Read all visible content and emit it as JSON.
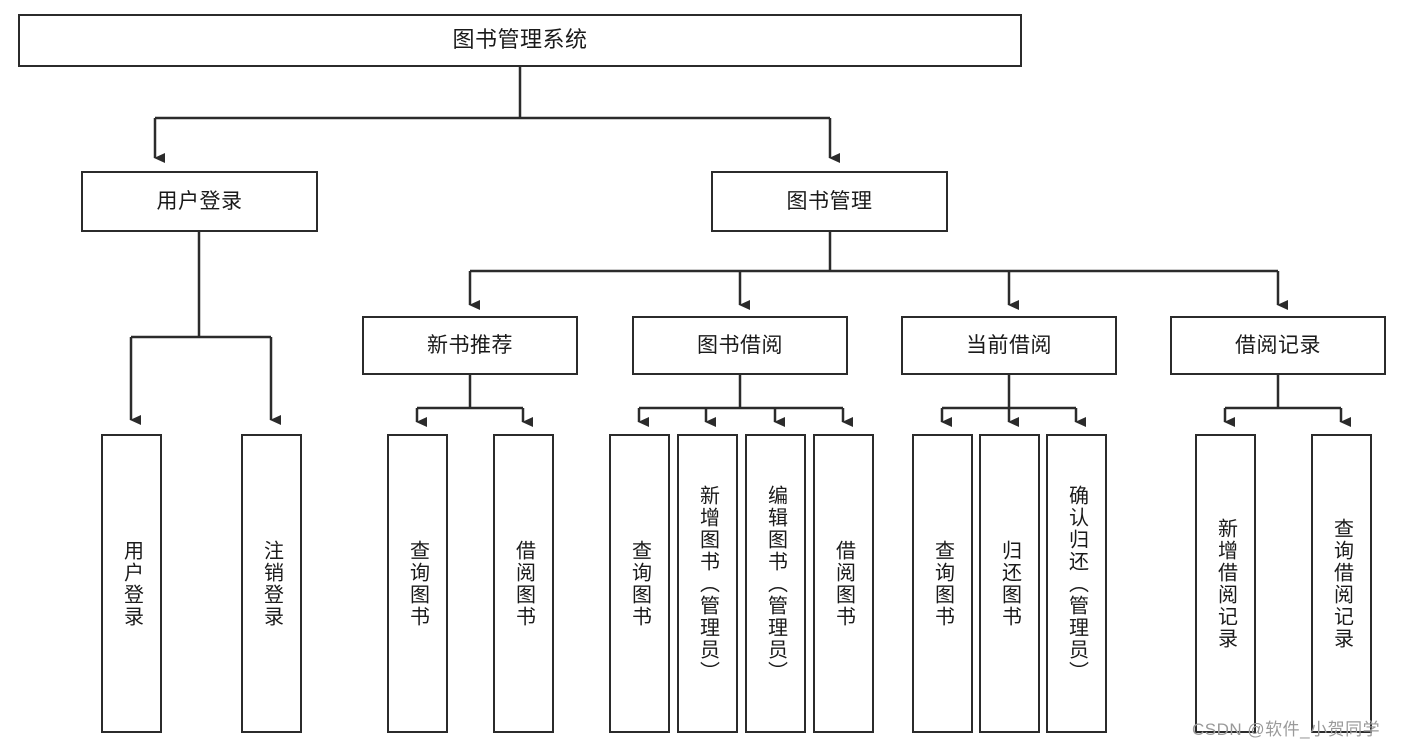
{
  "diagram": {
    "title": "图书管理系统",
    "type": "tree-hierarchy-diagram",
    "colors": {
      "stroke": "#2b2b2b",
      "fill": "#ffffff",
      "text": "#1a1a1a",
      "watermark": "#9a9a9a"
    },
    "root": {
      "label": "图书管理系统"
    },
    "level2": [
      {
        "label": "用户登录"
      },
      {
        "label": "图书管理"
      }
    ],
    "level3": [
      {
        "label": "新书推荐"
      },
      {
        "label": "图书借阅"
      },
      {
        "label": "当前借阅"
      },
      {
        "label": "借阅记录"
      }
    ],
    "leaves": {
      "user_login": [
        {
          "label": "用户登录"
        },
        {
          "label": "注销登录"
        }
      ],
      "new_book": [
        {
          "label": "查询图书"
        },
        {
          "label": "借阅图书"
        }
      ],
      "book_borrow": [
        {
          "label": "查询图书"
        },
        {
          "label": "新增图书（管理员）"
        },
        {
          "label": "编辑图书（管理员）"
        },
        {
          "label": "借阅图书"
        }
      ],
      "current_borrow": [
        {
          "label": "查询图书"
        },
        {
          "label": "归还图书"
        },
        {
          "label": "确认归还（管理员）"
        }
      ],
      "borrow_record": [
        {
          "label": "新增借阅记录"
        },
        {
          "label": "查询借阅记录"
        }
      ]
    }
  },
  "watermark": {
    "text": "CSDN @软件_小贺同学"
  }
}
